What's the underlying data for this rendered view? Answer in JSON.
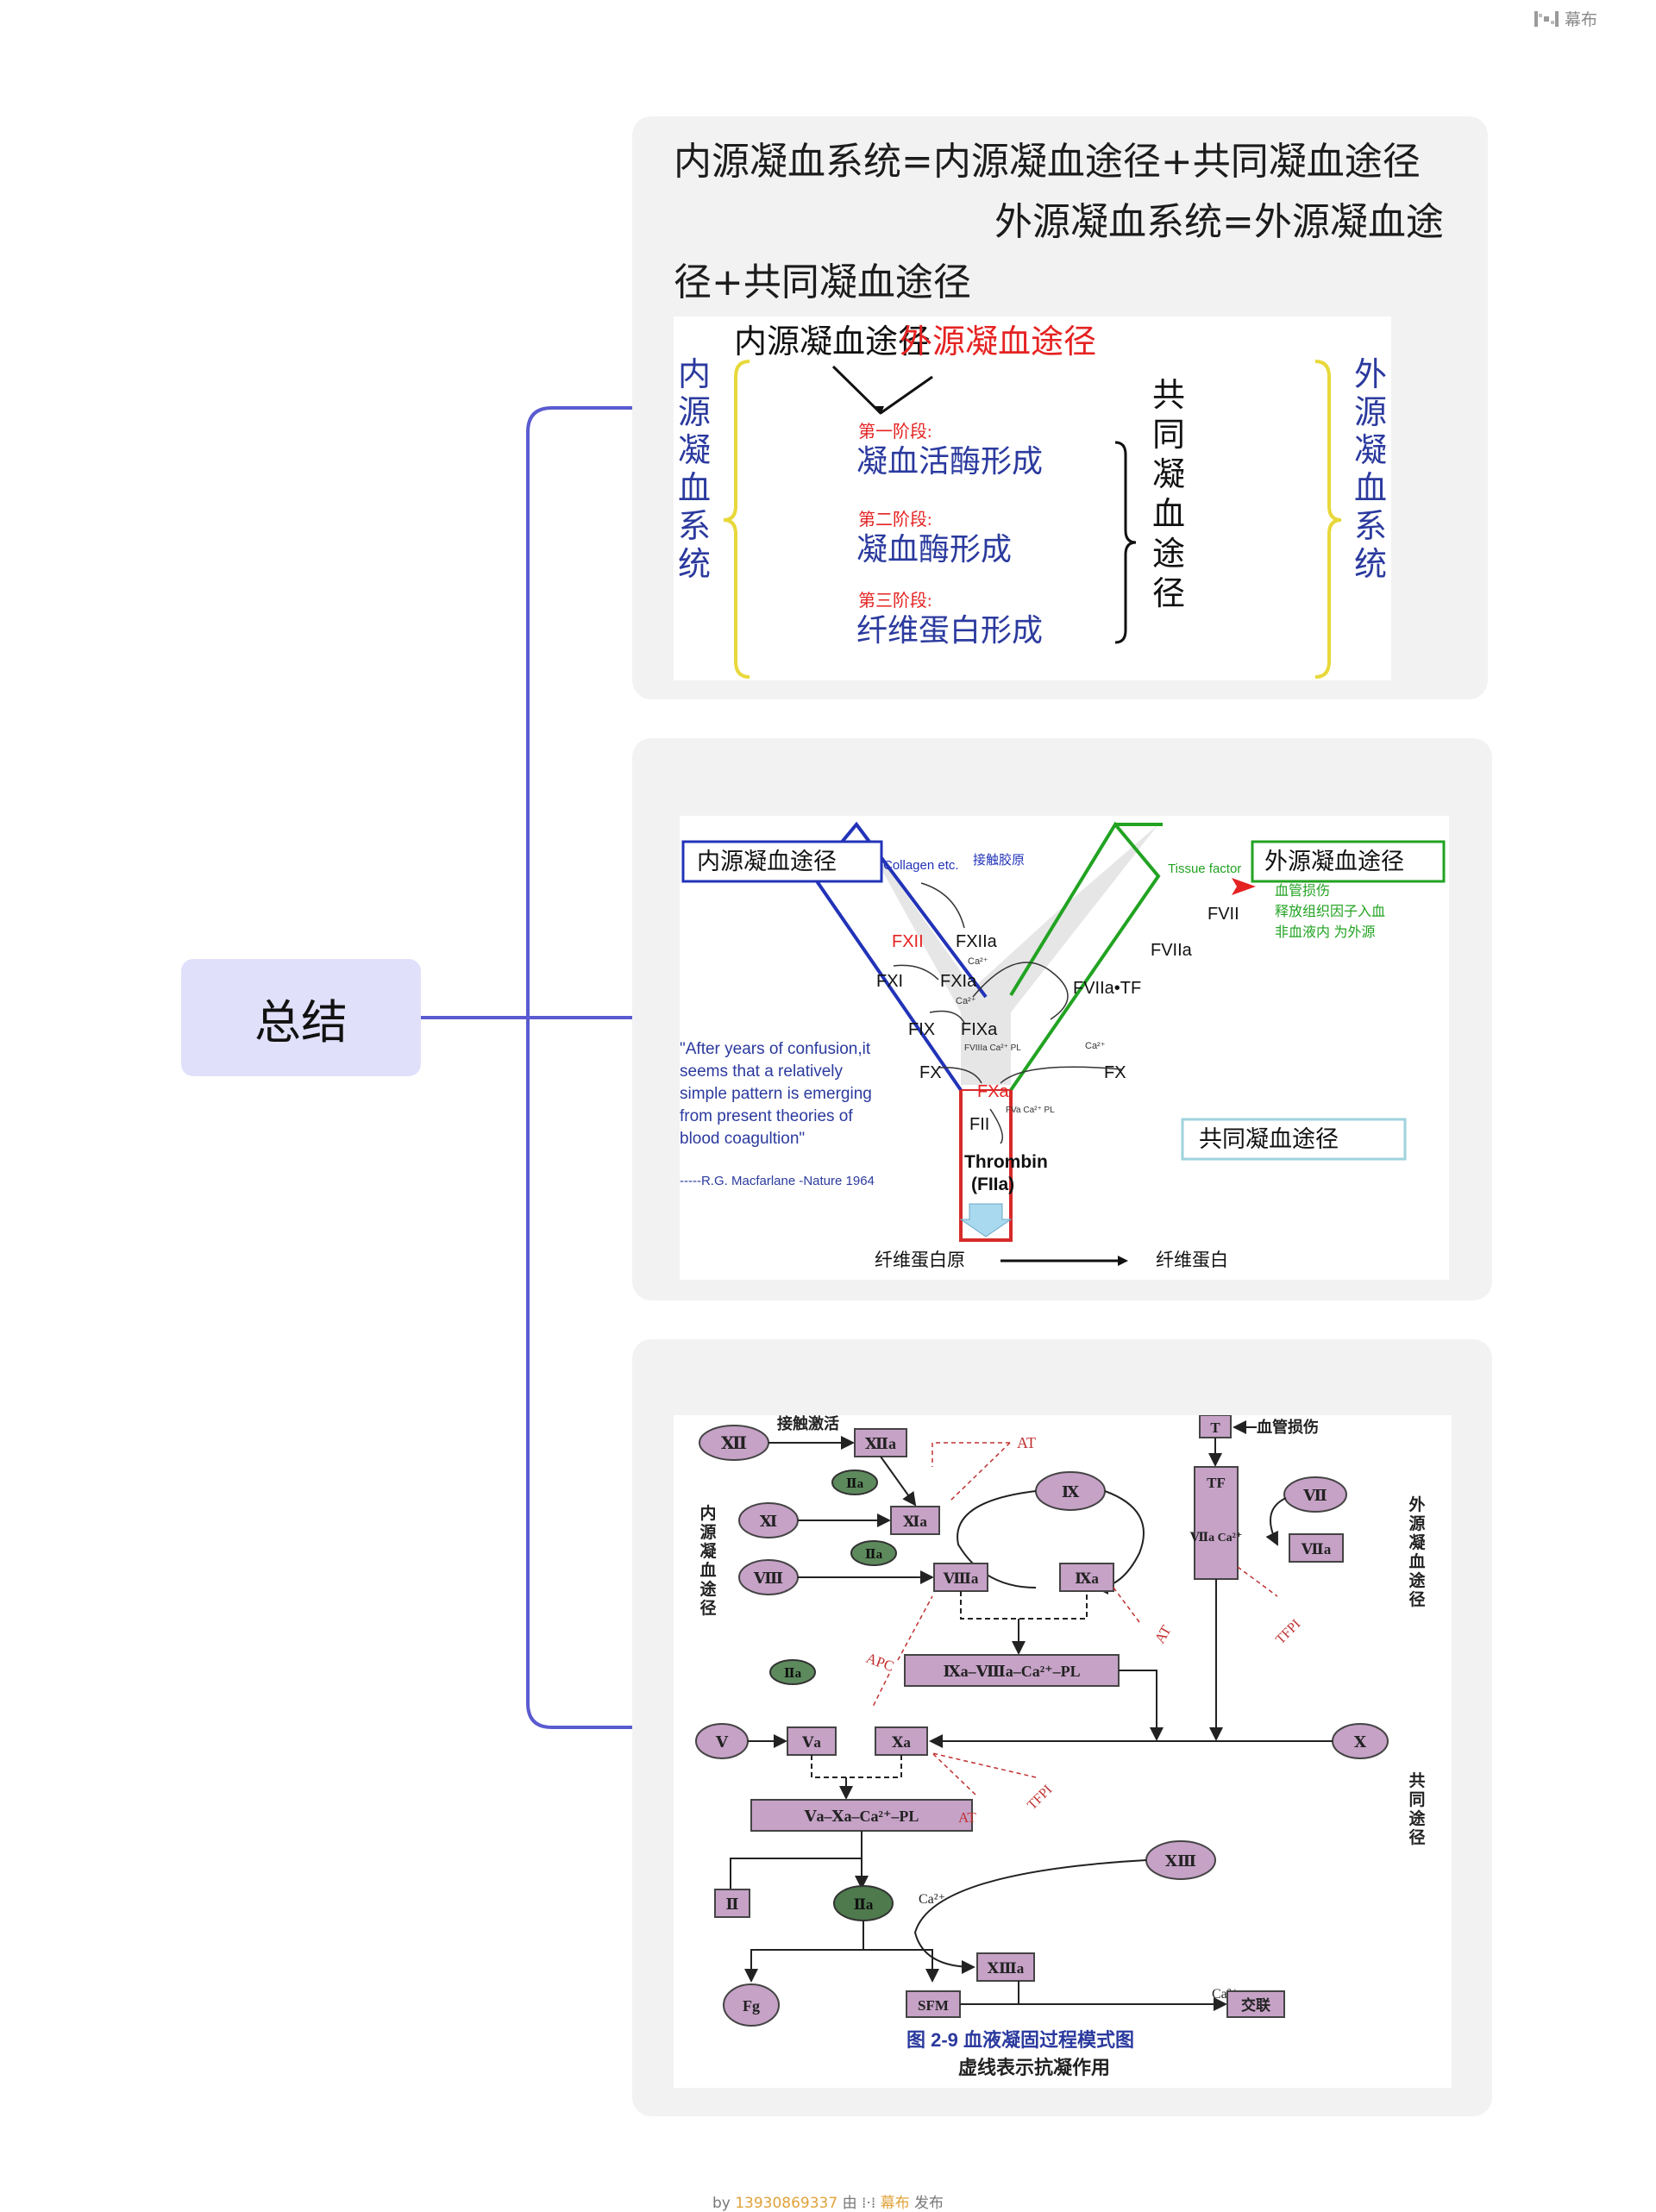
{
  "brand": {
    "name": "幕布",
    "icon": "mubu-logo-icon"
  },
  "root": {
    "label": "总结"
  },
  "colors": {
    "connector": "#5a5bd0",
    "root_bg": "#e1e0fb",
    "card_bg": "#f2f2f2",
    "accent_red": "#e52222",
    "text_blue": "#2b3a9e"
  },
  "card1": {
    "text_part1": "内源凝血系统=内源凝血途径+共同凝血途径",
    "text_part2": "外源凝血系统=外源凝血途径+共同凝血途径",
    "figure": {
      "intrinsic_pathway": "内源凝血途径",
      "extrinsic_pathway": "外源凝血途径",
      "stage1_label": "第一阶段:",
      "stage1": "凝血活酶形成",
      "stage2_label": "第二阶段:",
      "stage2": "凝血酶形成",
      "stage3_label": "第三阶段:",
      "stage3": "纤维蛋白形成",
      "common_pathway": "共同凝血途径",
      "intrinsic_system": "内源凝血系统",
      "extrinsic_system": "外源凝血系统"
    }
  },
  "card2": {
    "figure": {
      "intrinsic_box": "内源凝血途径",
      "extrinsic_box": "外源凝血途径",
      "common_box": "共同凝血途径",
      "collagen": "Collagen etc.",
      "collagen_cn": "接触胶原",
      "tissue_factor": "Tissue factor",
      "tf_note1": "血管损伤",
      "tf_note2": "释放组织因子入血",
      "tf_note3": "非血液内 为外源",
      "fxii": "FXII",
      "fxiia": "FXIIa",
      "fxi": "FXI",
      "fxia": "FXIa",
      "fix": "FIX",
      "fixa": "FIXa",
      "fx_left": "FX",
      "fx_right": "FX",
      "fxa": "FXa",
      "fii": "FII",
      "fvii": "FVII",
      "fviia": "FVIIa",
      "fviia_tf": "FVIIa•TF",
      "ca": "Ca²⁺",
      "cofactor_viii": "FVIIIa Ca²⁺ PL",
      "cofactor_v": "FVa Ca²⁺ PL",
      "thrombin": "Thrombin",
      "thrombin_sub": "(FIIa)",
      "quote": "\"After years of confusion,it seems that a relatively simple pattern is emerging from present theories of blood coagulation\"",
      "quote_author": "-----R.G. Macfarlane -Nature 1964",
      "fibrinogen": "纤维蛋白原",
      "fibrin": "纤维蛋白"
    }
  },
  "card3": {
    "figure": {
      "contact": "接触激活",
      "injury": "血管损伤",
      "xii": "Ⅻ",
      "xiia": "Ⅻa",
      "at": "AT",
      "iia": "Ⅱa",
      "xi": "Ⅺ",
      "xia": "Ⅺa",
      "ix": "Ⅸ",
      "viii": "Ⅷ",
      "viiia": "Ⅷa",
      "ixa": "Ⅸa",
      "t": "T",
      "tf": "TF",
      "vii": "Ⅶ",
      "viia_ca": "Ⅶa Ca²⁺",
      "viia": "Ⅶa",
      "tfpi": "TFPI",
      "apc": "APC",
      "tenase": "Ⅸa–Ⅷa–Ca²⁺–PL",
      "v": "Ⅴ",
      "va": "Ⅴa",
      "xa": "Ⅹa",
      "x": "Ⅹ",
      "prothrombinase": "Ⅴa–Ⅹa–Ca²⁺–PL",
      "ii": "Ⅱ",
      "xiii": "ⅩⅢ",
      "xiiia": "ⅩⅢa",
      "ca": "Ca²⁺",
      "fg": "Fg",
      "sfm": "SFM",
      "crosslink": "交联",
      "intrinsic_label": "内源凝血途径",
      "extrinsic_label": "外源凝血途径",
      "common_label": "共同途径",
      "caption": "图 2-9   血液凝固过程模式图",
      "subcaption": "虚线表示抗凝作用"
    }
  },
  "footer": {
    "by": "by",
    "user": "13930869337",
    "via": "由",
    "platform": "幕布",
    "published": "发布"
  }
}
